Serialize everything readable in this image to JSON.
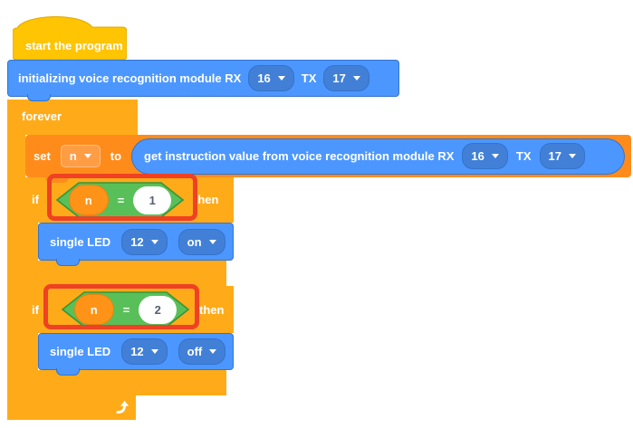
{
  "colors": {
    "events_yellow": "#FFC402",
    "control_orange": "#FFAB19",
    "variables_orange": "#FF8C1A",
    "extension_blue": "#4C97FF",
    "operator_green": "#59C059",
    "annotation_red": "#EF4123"
  },
  "script": {
    "hat": {
      "label": "start the program"
    },
    "init_block": {
      "label": "initializing voice recognition module RX",
      "rx_value": "16",
      "tx_label": "TX",
      "tx_value": "17"
    },
    "forever_block": {
      "label": "forever"
    },
    "set_block": {
      "set_label": "set",
      "variable": "n",
      "to_label": "to",
      "reporter": {
        "label": "get instruction value from voice recognition module RX",
        "rx_value": "16",
        "tx_label": "TX",
        "tx_value": "17"
      }
    },
    "if_blocks": [
      {
        "if_label": "if",
        "variable": "n",
        "operator": "=",
        "value": "1",
        "then_label": "then",
        "led_block": {
          "label": "single LED",
          "pin": "12",
          "state": "on"
        }
      },
      {
        "if_label": "if",
        "variable": "n",
        "operator": "=",
        "value": "2",
        "then_label": "then",
        "led_block": {
          "label": "single LED",
          "pin": "12",
          "state": "off"
        }
      }
    ]
  }
}
